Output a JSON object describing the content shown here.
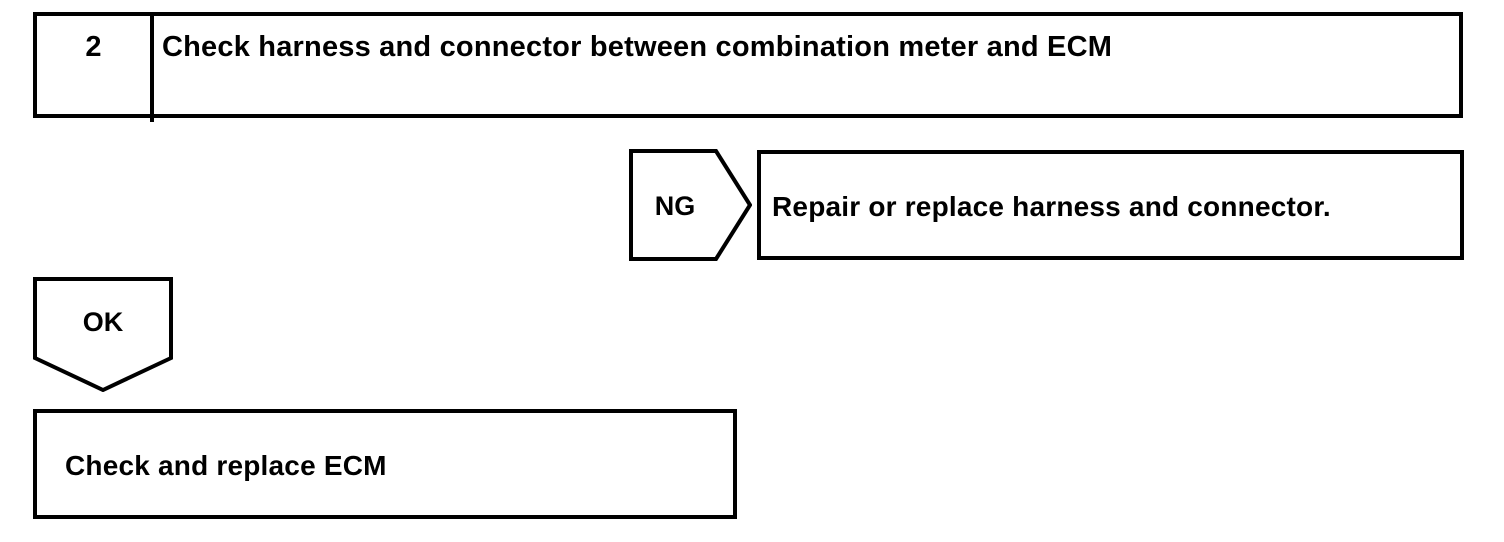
{
  "diagram": {
    "type": "troubleshooting-flowchart",
    "stroke_color": "#000000",
    "background_color": "#FFFFFF",
    "step": {
      "number": "2",
      "title": "Check harness and connector between combination meter and ECM"
    },
    "branches": [
      {
        "label": "NG",
        "shape": "right-pointing-pentagon-arrow",
        "result": "Repair or replace harness and connector."
      },
      {
        "label": "OK",
        "shape": "down-pointing-pentagon-arrow",
        "result": "Check and replace ECM"
      }
    ],
    "ng_result_text": "Repair or replace harness and connector.",
    "ok_result_text": "Check and replace ECM"
  }
}
